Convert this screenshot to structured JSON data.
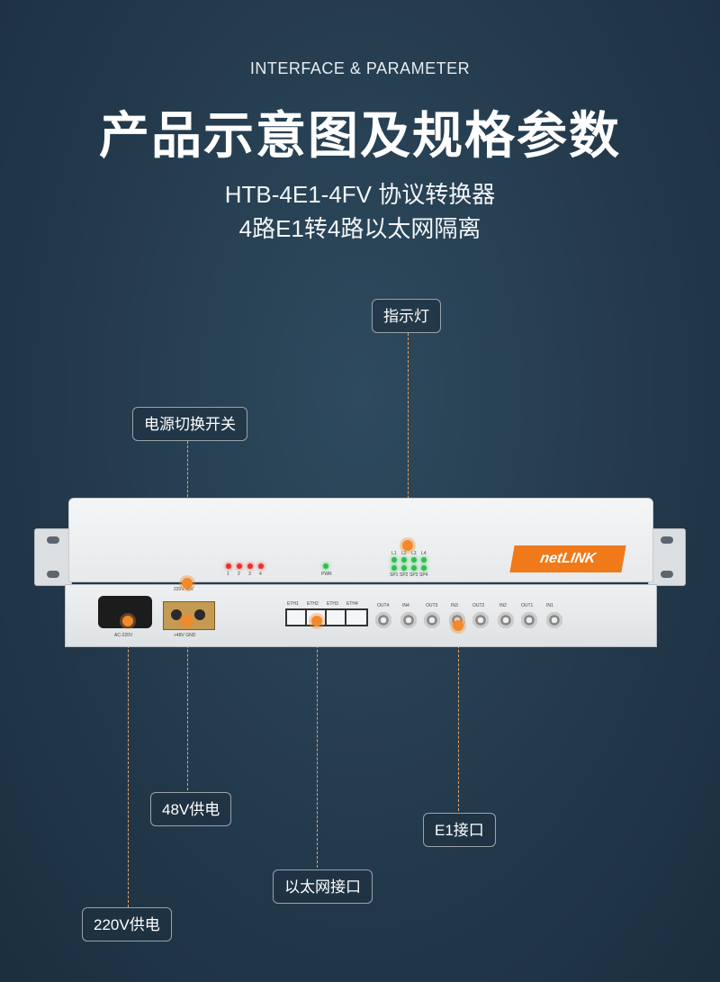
{
  "header": {
    "eyebrow": "INTERFACE & PARAMETER",
    "title": "产品示意图及规格参数",
    "subtitle_line1": "HTB-4E1-4FV 协议转换器",
    "subtitle_line2": "4路E1转4路以太网隔离"
  },
  "callouts": {
    "indicator": "指示灯",
    "power_switch": "电源切换开关",
    "power_48v": "48V供电",
    "e1_port": "E1接口",
    "ethernet_port": "以太网接口",
    "power_220v": "220V供电"
  },
  "device": {
    "brand": "netLINK",
    "labels": {
      "voltage": "220V  48V",
      "ac": "AC-220V",
      "gnd": "+48V GND",
      "pwr": "PWR",
      "led_nums": [
        "1",
        "2",
        "3",
        "4"
      ],
      "led_top": [
        "L1",
        "L2",
        "L3",
        "L4"
      ],
      "led_bottom": [
        "SP1",
        "SP2",
        "SP3",
        "SP4"
      ],
      "eth": [
        "ETH1",
        "ETH2",
        "ETH3",
        "ETH4"
      ],
      "bnc": [
        "OUT4",
        "IN4",
        "OUT3",
        "IN3",
        "OUT2",
        "IN2",
        "OUT1",
        "IN1"
      ]
    }
  },
  "colors": {
    "accent": "#f08a2a",
    "background": "#233a4c",
    "brand": "#f07a1a"
  }
}
